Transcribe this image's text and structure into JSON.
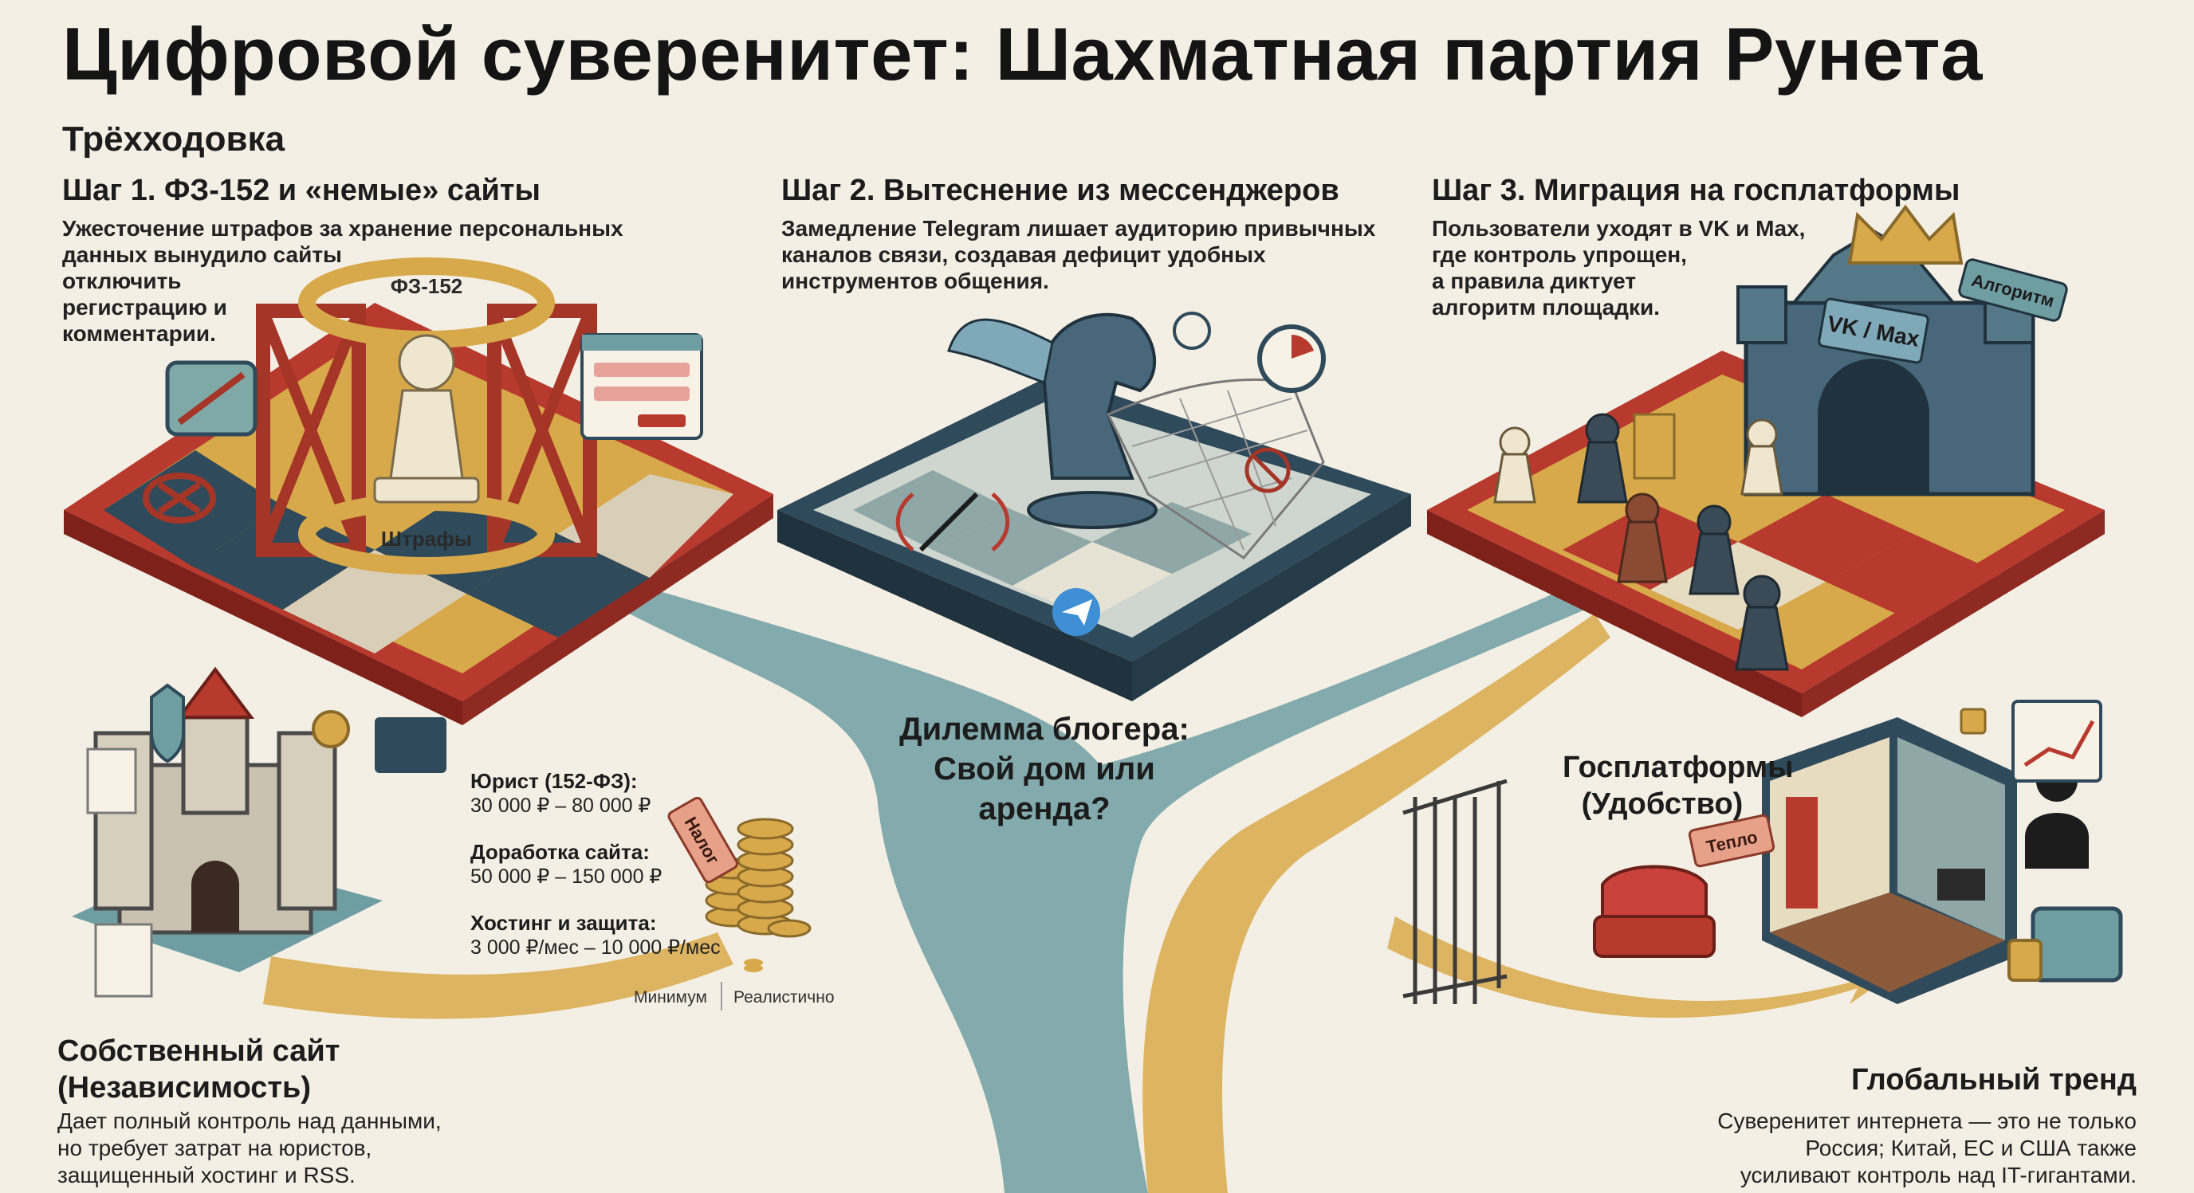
{
  "title": "Цифровой суверенитет: Шахматная партия Рунета",
  "subtitle": "Трёхходовка",
  "steps": [
    {
      "heading": "Шаг 1. ФЗ-152 и «немые» сайты",
      "lines": [
        "Ужесточение штрафов за хранение персональных",
        "данных вынудило сайты",
        "отключить",
        "регистрацию и",
        "комментарии."
      ]
    },
    {
      "heading": "Шаг 2. Вытеснение из мессенджеров",
      "lines": [
        "Замедление Telegram лишает аудиторию привычных",
        "каналов связи, создавая дефицит удобных",
        "инструментов общения."
      ]
    },
    {
      "heading": "Шаг 3. Миграция на госплатформы",
      "lines": [
        "Пользователи уходят в VK и Max,",
        "где контроль упрощен,",
        "а правила диктует",
        "алгоритм площадки."
      ]
    }
  ],
  "illustration_labels": {
    "law": "ФЗ-152",
    "fines": "Штрафы",
    "platform_sign": "VK / Max",
    "algorithm_flag": "Алгоритм",
    "tag_left": "Налог",
    "tag_right": "Тепло"
  },
  "costs": [
    {
      "label": "Юрист (152-ФЗ):",
      "value": "30 000 ₽ – 80 000 ₽"
    },
    {
      "label": "Доработка сайта:",
      "value": "50 000 ₽ – 150 000 ₽"
    },
    {
      "label": "Хостинг и защита:",
      "value": "3 000 ₽/мес – 10 000 ₽/мес"
    }
  ],
  "legend": {
    "min": "Минимум",
    "real": "Реалистично"
  },
  "dilemma": [
    "Дилемма блогера:",
    "Свой дом или аренда?"
  ],
  "own_site": {
    "heading": [
      "Собственный сайт",
      "(Независимость)"
    ],
    "lines": [
      "Дает полный контроль над данными,",
      "но требует затрат на юристов,",
      "защищенный хостинг и RSS."
    ]
  },
  "gov_platforms": {
    "heading": [
      "Госплатформы",
      "(Удобство)"
    ]
  },
  "global_trend": {
    "heading": "Глобальный тренд",
    "lines": [
      "Суверенитет интернета — это не только",
      "Россия; Китай, ЕС и США также",
      "усиливают контроль над IT-гигантами."
    ]
  },
  "colors": {
    "background": "#f4efe4",
    "red": "#b8392d",
    "gold": "#d8a94a",
    "navy": "#2f4a5a",
    "teal": "#6f9ea2"
  }
}
